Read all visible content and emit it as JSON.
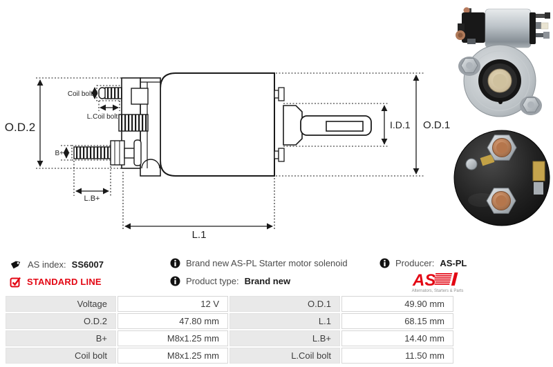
{
  "info": {
    "as_index_label": "AS index:",
    "as_index_value": "SS6007",
    "standard_line": "STANDARD LINE",
    "description": "Brand new AS-PL Starter motor solenoid",
    "product_type_label": "Product type:",
    "product_type_value": "Brand new",
    "producer_label": "Producer:",
    "producer_value": "AS-PL",
    "logo": {
      "text": "AS",
      "tagline": "Alternators, Starters & Parts"
    }
  },
  "diagram": {
    "labels": {
      "od2": "O.D.2",
      "coil_bolt": "Coil bolt",
      "l_coil_bolt": "L.Coil bolt",
      "b_plus": "B+",
      "l_b_plus": "L.B+",
      "l1": "L.1",
      "id1": "I.D.1",
      "od1": "O.D.1"
    }
  },
  "table": {
    "rows": [
      [
        "Voltage",
        "12 V",
        "O.D.1",
        "49.90 mm"
      ],
      [
        "O.D.2",
        "47.80 mm",
        "L.1",
        "68.15 mm"
      ],
      [
        "B+",
        "M8x1.25 mm",
        "L.B+",
        "14.40 mm"
      ],
      [
        "Coil bolt",
        "M8x1.25 mm",
        "L.Coil bolt",
        "11.50 mm"
      ]
    ]
  },
  "colors": {
    "accent_red": "#e30613",
    "line_black": "#1a1a1a",
    "table_label_bg": "#e9e9e9"
  }
}
